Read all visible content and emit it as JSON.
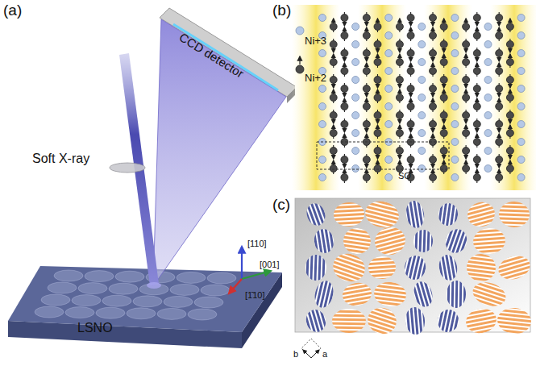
{
  "diagram": {
    "labels": [
      "(a)",
      "(b)",
      "(c)",
      "CCD detector",
      "Soft X-ray",
      "LSNO",
      "[110]",
      "[001]",
      "[1̄10]",
      "Ni+3",
      "Ni+2",
      "SO",
      "b",
      "a"
    ]
  }
}
